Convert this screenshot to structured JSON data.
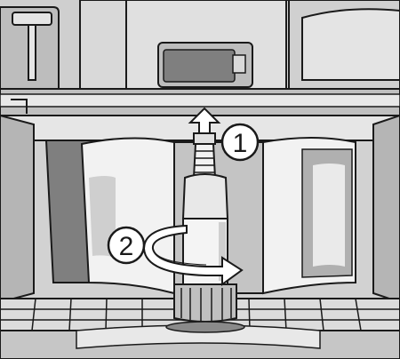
{
  "figure": {
    "steps": [
      {
        "number": "1",
        "action": "pull-up"
      },
      {
        "number": "2",
        "action": "rotate"
      }
    ]
  },
  "colors": {
    "outline": "#1a1a1a",
    "light_gray": "#d9d9d9",
    "mid_gray": "#bdbdbd",
    "dark_gray": "#9a9a9a",
    "shadow_gray": "#7f7f7f",
    "white": "#ffffff"
  }
}
